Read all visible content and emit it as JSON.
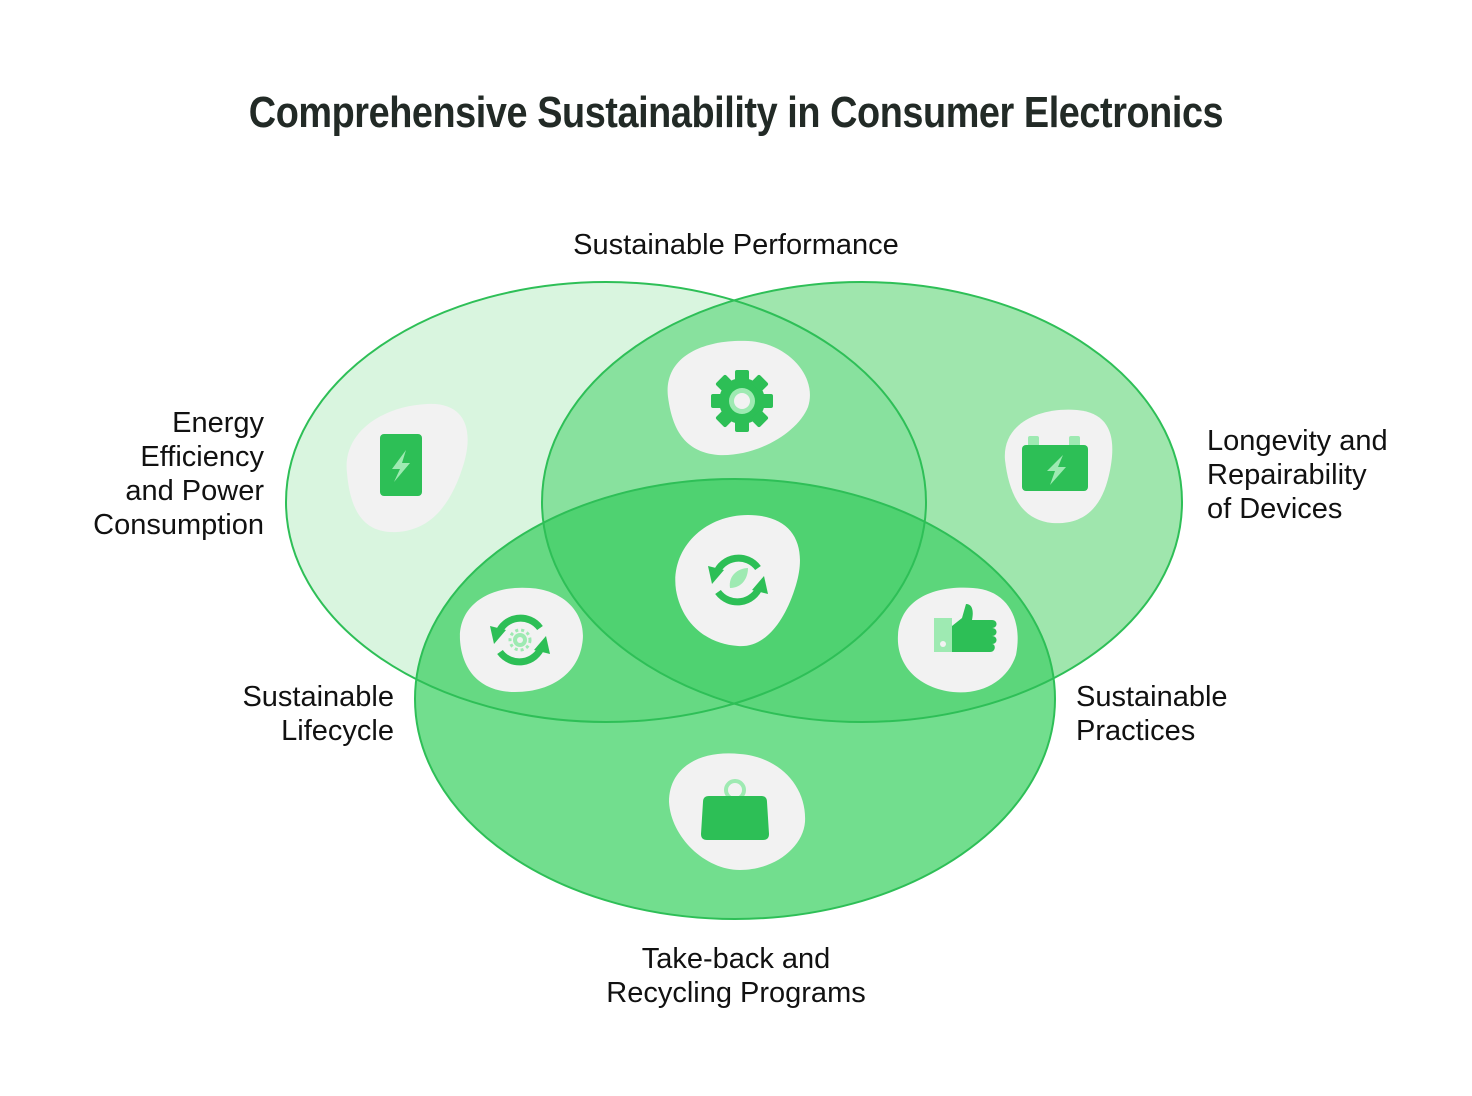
{
  "title": "Comprehensive Sustainability in Consumer Electronics",
  "colors": {
    "circle_top_left_fill": "#d9f5df",
    "circle_top_right_fill": "#9fe6ad",
    "circle_bottom_fill": "#72de8e",
    "stroke": "#2ebf57",
    "overlap_top": "#88e19e",
    "center_overlap": "#4fd271",
    "blob_fill": "#f2f2f2",
    "icon_dark": "#2dbf56",
    "icon_light": "#9eeab2"
  },
  "sets": [
    {
      "id": "energy",
      "label_lines": [
        "Energy",
        "Efficiency",
        "and Power",
        "Consumption"
      ],
      "icon": "battery-bolt-icon"
    },
    {
      "id": "longevity",
      "label_lines": [
        "Longevity and",
        "Repairability",
        "of Devices"
      ],
      "icon": "car-battery-icon"
    },
    {
      "id": "takeback",
      "label_lines": [
        "Take-back and",
        "Recycling Programs"
      ],
      "icon": "shopping-bag-icon"
    }
  ],
  "intersections": [
    {
      "id": "performance",
      "label_lines": [
        "Sustainable Performance"
      ],
      "icon": "gear-icon",
      "between": [
        "energy",
        "longevity"
      ]
    },
    {
      "id": "lifecycle",
      "label_lines": [
        "Sustainable",
        "Lifecycle"
      ],
      "icon": "recycle-gear-icon",
      "between": [
        "energy",
        "takeback"
      ]
    },
    {
      "id": "practices",
      "label_lines": [
        "Sustainable",
        "Practices"
      ],
      "icon": "thumbs-up-icon",
      "between": [
        "longevity",
        "takeback"
      ]
    },
    {
      "id": "center",
      "label_lines": [],
      "icon": "recycle-leaf-icon",
      "between": [
        "energy",
        "longevity",
        "takeback"
      ]
    }
  ]
}
